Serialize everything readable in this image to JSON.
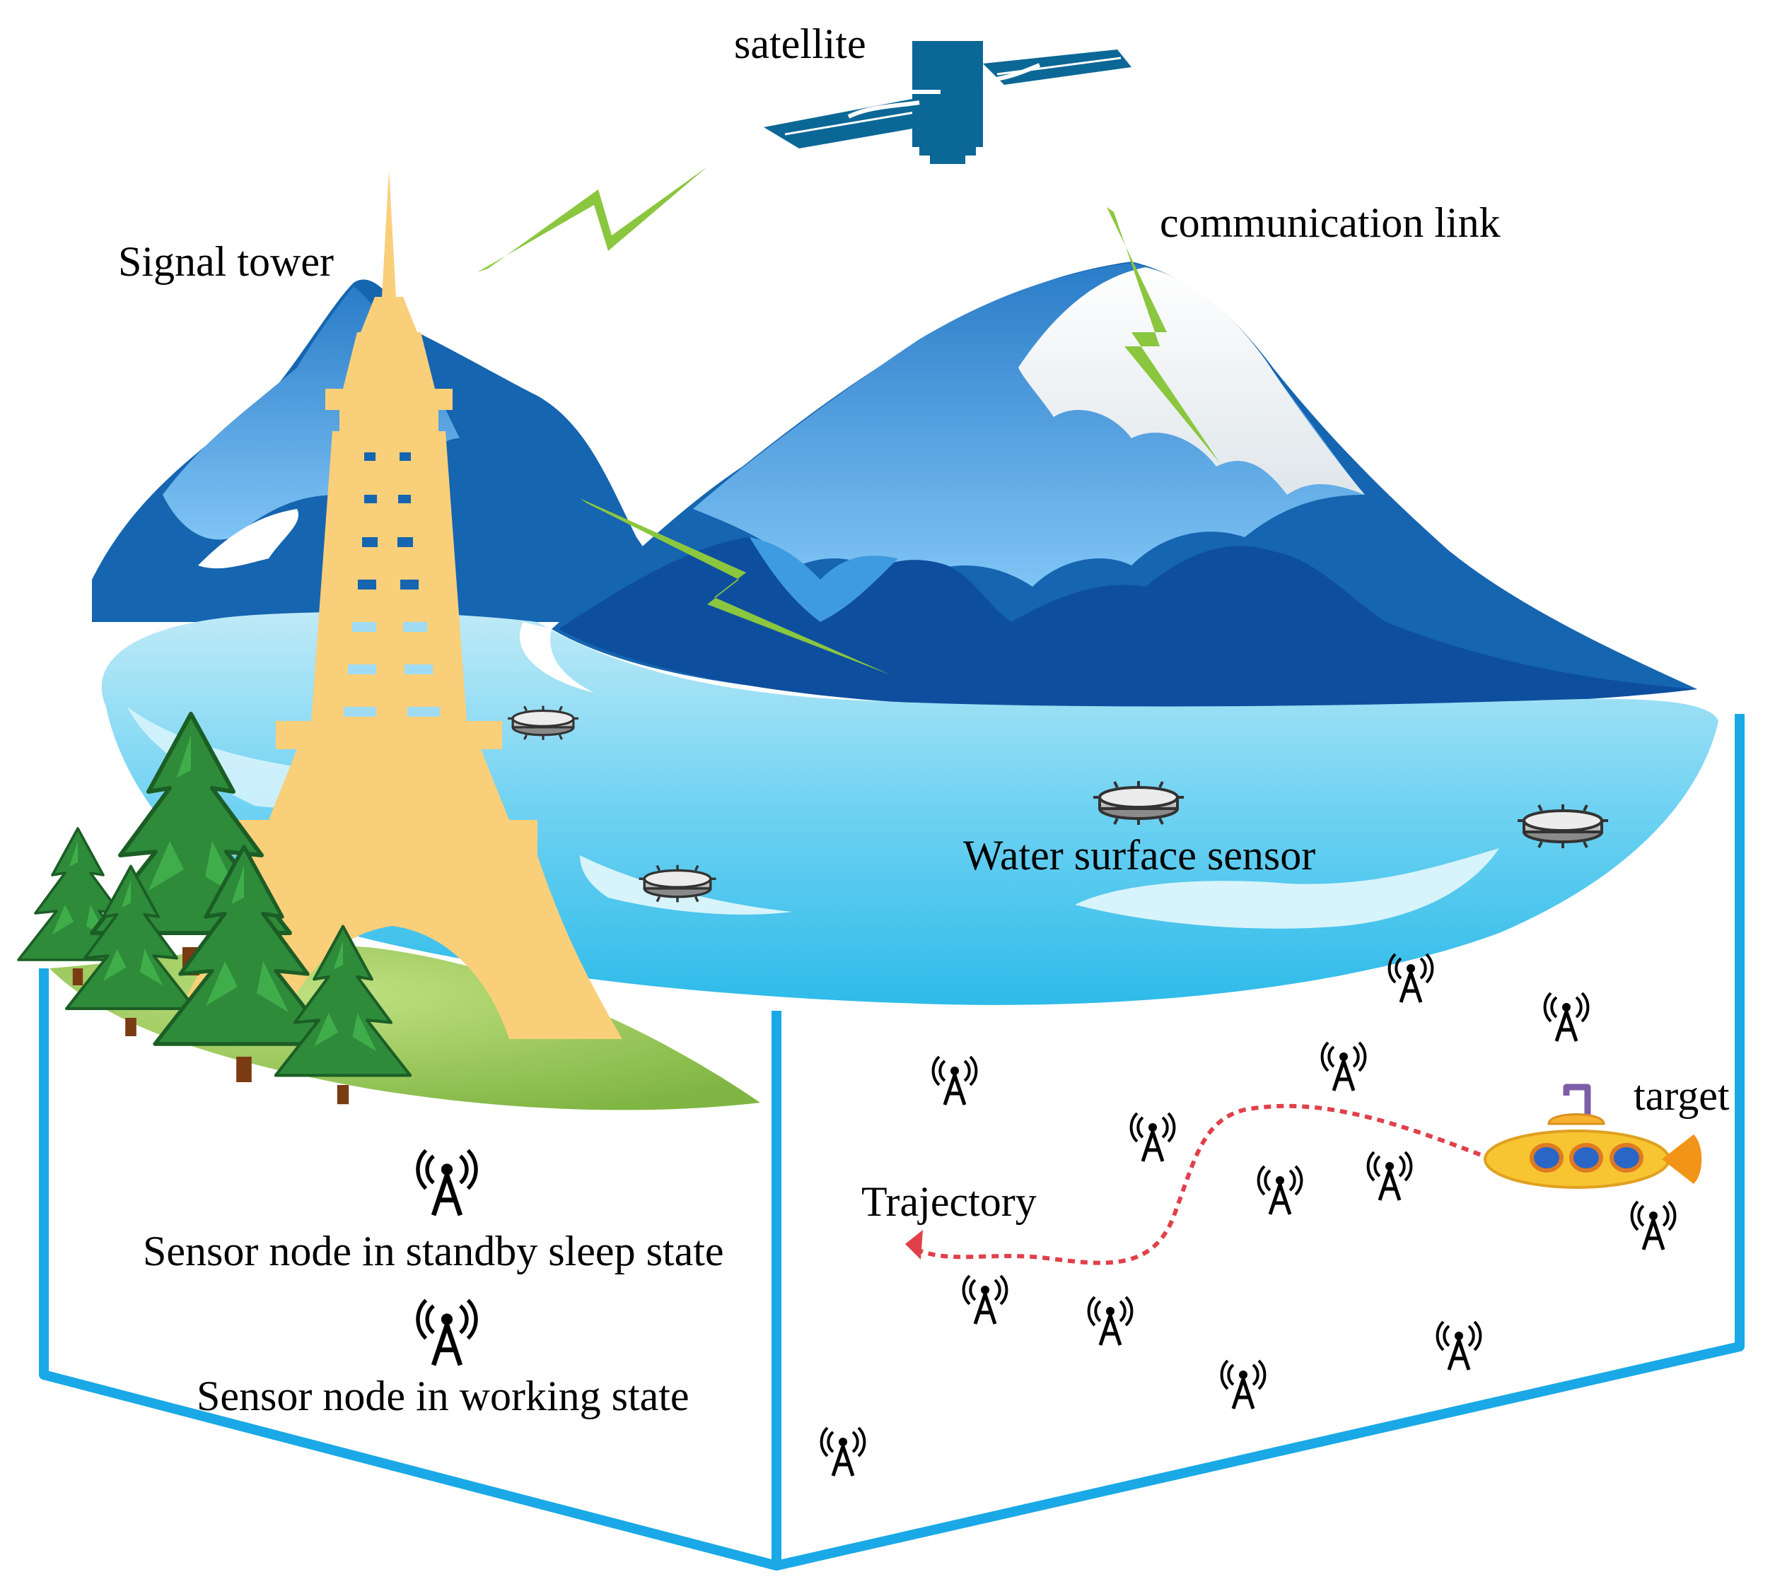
{
  "labels": {
    "satellite": "satellite",
    "signal_tower": "Signal tower",
    "communication_link": "communication link",
    "water_surface_sensor": "Water surface sensor",
    "target": "target",
    "trajectory": "Trajectory",
    "legend_sleep": "Sensor node in standby sleep state",
    "legend_working": "Sensor node in working state"
  },
  "colors": {
    "box_edge": "#1aa9e6",
    "mountain_dark": "#0d4f9e",
    "mountain_mid": "#1565b0",
    "mountain_light": "#3f9be0",
    "snow": "#f2f2f2",
    "water_light": "#bfeaf7",
    "water_mid": "#6fd2f2",
    "water_deep": "#2ebbe9",
    "tower": "#f9cf7a",
    "lightning": "#8bc63f",
    "tree": "#2e8b3a",
    "grass": "#8cc34a",
    "satellite": "#0b6796",
    "submarine": "#f7c531",
    "trajectory": "#e0404a"
  },
  "icons": {
    "satellite": "satellite-icon",
    "tower": "signal-tower-icon",
    "sensor_node": "antenna-node-icon",
    "surface_sensor": "surface-buoy-icon",
    "target": "submarine-icon",
    "tree": "pine-tree-icon",
    "link": "lightning-bolt-icon"
  }
}
